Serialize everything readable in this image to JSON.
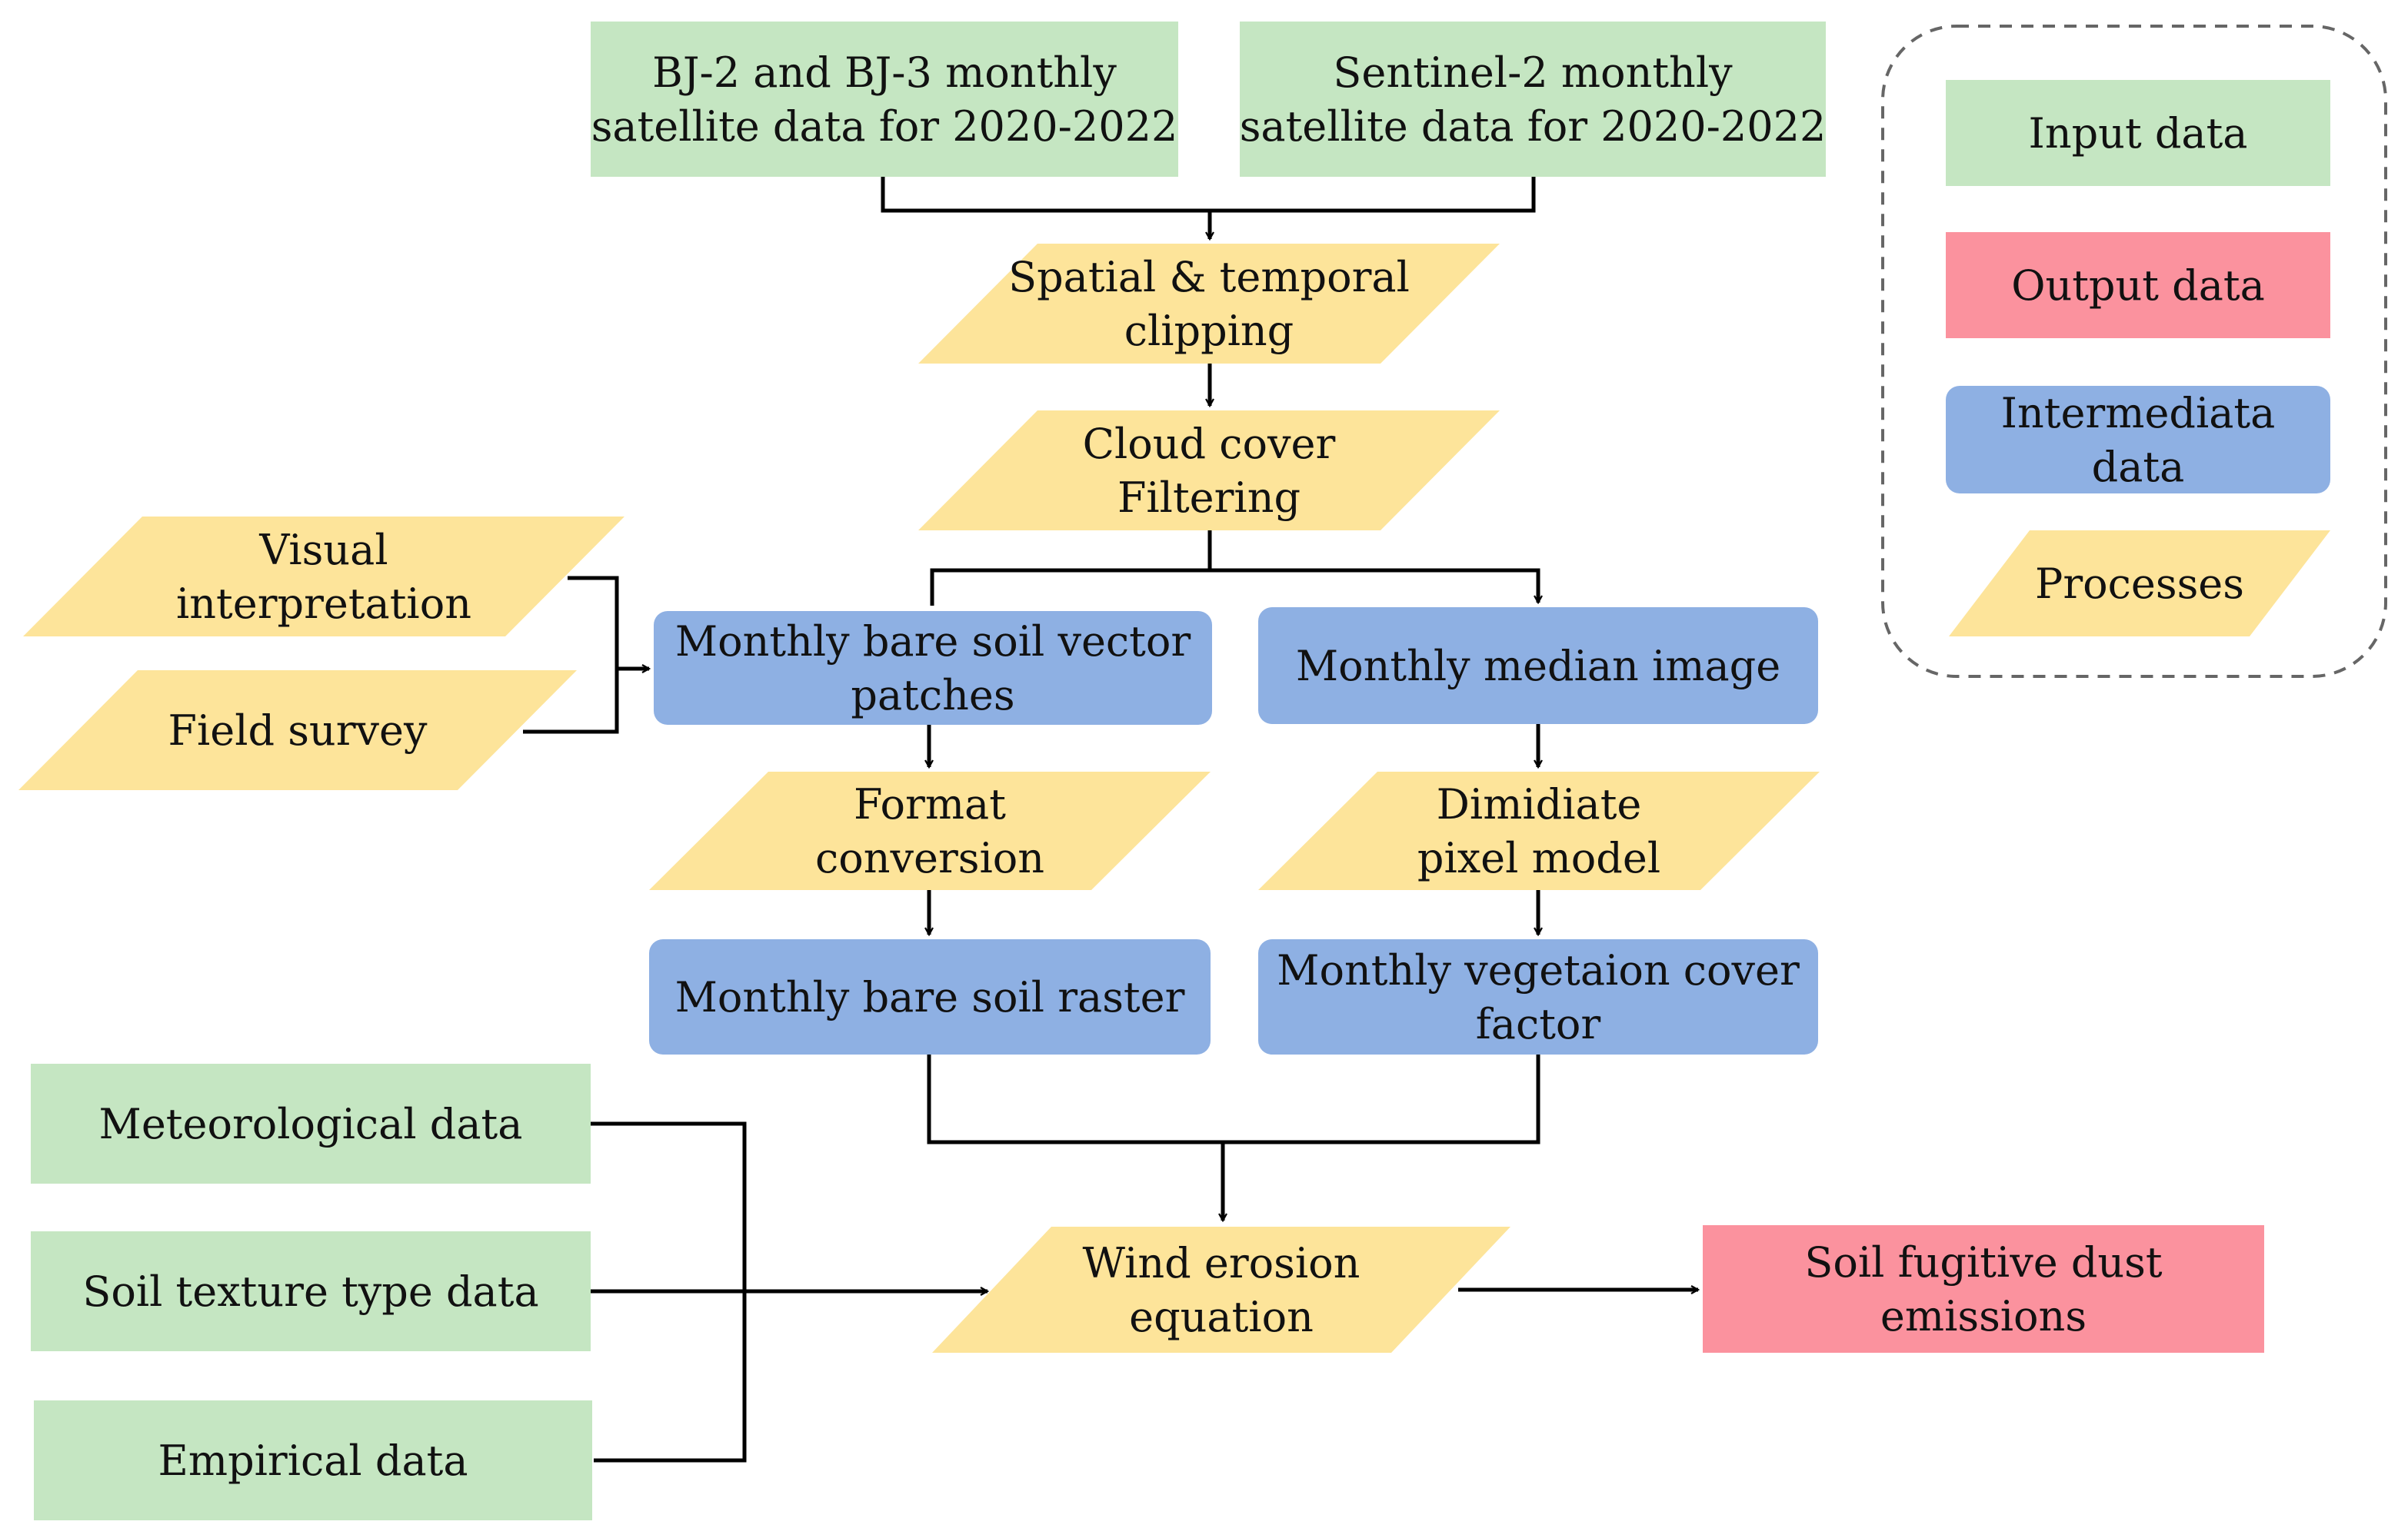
{
  "colors": {
    "input": "#c5e6c2",
    "output": "#fb929e",
    "intermediate": "#8eb0e3",
    "process": "#fde49a",
    "line": "#000000",
    "legend_border": "#666666"
  },
  "nodes": {
    "bj_data": {
      "lines": [
        "BJ-2 and BJ-3 monthly",
        "satellite data for 2020-2022"
      ]
    },
    "sentinel_data": {
      "lines": [
        "Sentinel-2 monthly",
        "satellite data for 2020-2022"
      ]
    },
    "spatial_clipping": {
      "lines": [
        "Spatial & temporal",
        "clipping"
      ]
    },
    "cloud_filtering": {
      "lines": [
        "Cloud cover",
        "Filtering"
      ]
    },
    "visual_interpretation": {
      "lines": [
        "Visual",
        "interpretation"
      ]
    },
    "field_survey": {
      "lines": [
        "Field survey"
      ]
    },
    "bare_soil_vector": {
      "lines": [
        "Monthly bare soil vector",
        "patches"
      ]
    },
    "median_image": {
      "lines": [
        "Monthly median image"
      ]
    },
    "format_conversion": {
      "lines": [
        "Format",
        "conversion"
      ]
    },
    "dimidiate_model": {
      "lines": [
        "Dimidiate",
        "pixel model"
      ]
    },
    "bare_soil_raster": {
      "lines": [
        "Monthly bare soil raster"
      ]
    },
    "vegetation_factor": {
      "lines": [
        "Monthly vegetaion cover",
        "factor"
      ]
    },
    "meteorological": {
      "lines": [
        "Meteorological data"
      ]
    },
    "soil_texture": {
      "lines": [
        "Soil texture type data"
      ]
    },
    "empirical": {
      "lines": [
        "Empirical data"
      ]
    },
    "wind_erosion": {
      "lines": [
        "Wind erosion",
        "equation"
      ]
    },
    "dust_emissions": {
      "lines": [
        "Soil fugitive dust",
        "emissions"
      ]
    }
  },
  "legend": {
    "input": {
      "lines": [
        "Input data"
      ]
    },
    "output": {
      "lines": [
        "Output data"
      ]
    },
    "intermediate": {
      "lines": [
        "Intermediata",
        "data"
      ]
    },
    "process": {
      "lines": [
        "Processes"
      ]
    }
  }
}
